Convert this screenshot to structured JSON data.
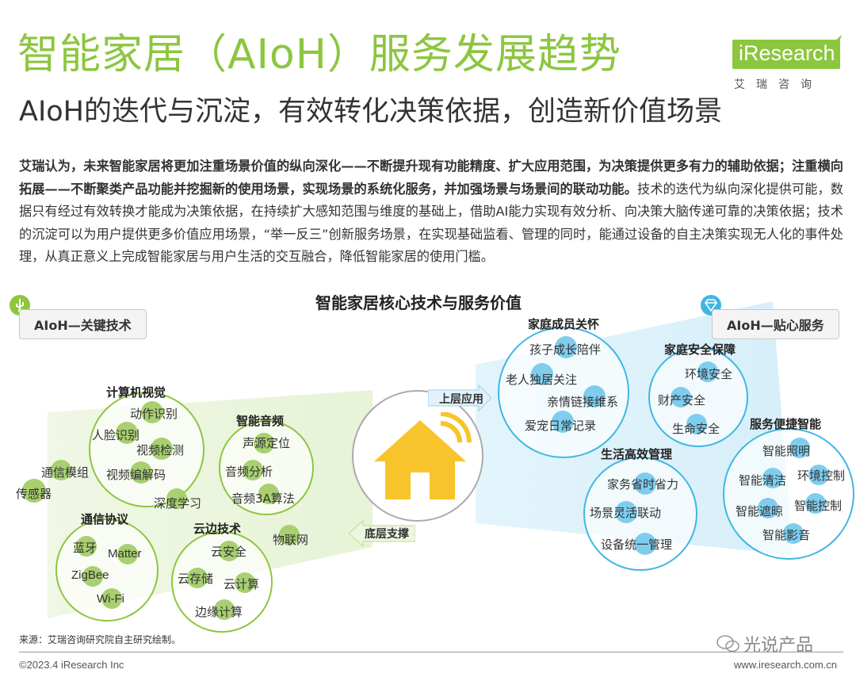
{
  "header": {
    "title": "智能家居（AIoH）服务发展趋势",
    "subtitle": "AIoH的迭代与沉淀，有效转化决策依据，创造新价值场景",
    "logo_text": "iResearch",
    "logo_cn": "艾瑞咨询"
  },
  "body": {
    "bold": "艾瑞认为，未来智能家居将更加注重场景价值的纵向深化——不断提升现有功能精度、扩大应用范围，为决策提供更多有力的辅助依据；注重横向拓展——不断聚类产品功能并挖掘新的使用场景，实现场景的系统化服务，并加强场景与场景间的联动功能。",
    "normal": "技术的迭代为纵向深化提供可能，数据只有经过有效转换才能成为决策依据，在持续扩大感知范围与维度的基础上，借助AI能力实现有效分析、向决策大脑传递可靠的决策依据；技术的沉淀可以为用户提供更多价值应用场景，“举一反三”创新服务场景，在实现基础监看、管理的同时，能通过设备的自主决策实现无人化的事件处理，从真正意义上完成智能家居与用户生活的交互融合，降低智能家居的使用门槛。"
  },
  "diagram": {
    "title": "智能家居核心技术与服务价值",
    "left_badge": "AIoH—关键技术",
    "right_badge": "AIoH—贴心服务",
    "upper_arrow": "上层应用",
    "lower_arrow": "底层支撑",
    "colors": {
      "green": "#8cc63f",
      "blue": "#3fb7e2",
      "house": "#f7c52b"
    },
    "tech": {
      "cv": {
        "head": "计算机视觉",
        "items": [
          "动作识别",
          "人脸识别",
          "视频检测",
          "视频编解码"
        ]
      },
      "audio": {
        "head": "智能音频",
        "items": [
          "声源定位",
          "音频分析",
          "音频3A算法"
        ]
      },
      "comm": {
        "head": "通信协议",
        "items": [
          "蓝牙",
          "Matter",
          "ZigBee",
          "Wi-Fi"
        ]
      },
      "edge": {
        "head": "云边技术",
        "items": [
          "云安全",
          "云存储",
          "云计算",
          "边缘计算"
        ]
      },
      "standalone": [
        "通信模组",
        "传感器",
        "深度学习",
        "物联网"
      ]
    },
    "service": {
      "family": {
        "head": "家庭成员关怀",
        "items": [
          "孩子成长陪伴",
          "老人独居关注",
          "亲情链接维系",
          "爱宠日常记录"
        ]
      },
      "security": {
        "head": "家庭安全保障",
        "items": [
          "环境安全",
          "财产安全",
          "生命安全"
        ]
      },
      "life": {
        "head": "生活高效管理",
        "items": [
          "家务省时省力",
          "场景灵活联动",
          "设备统一管理"
        ]
      },
      "convenience": {
        "head": "服务便捷智能",
        "items": [
          "智能照明",
          "智能清洁",
          "环境控制",
          "智能遮晾",
          "智能控制",
          "智能影音"
        ]
      }
    }
  },
  "footer": {
    "source": "来源：艾瑞咨询研究院自主研究绘制。",
    "copyright": "©2023.4 iResearch Inc",
    "website": "www.iresearch.com.cn",
    "watermark": "光说产品"
  }
}
